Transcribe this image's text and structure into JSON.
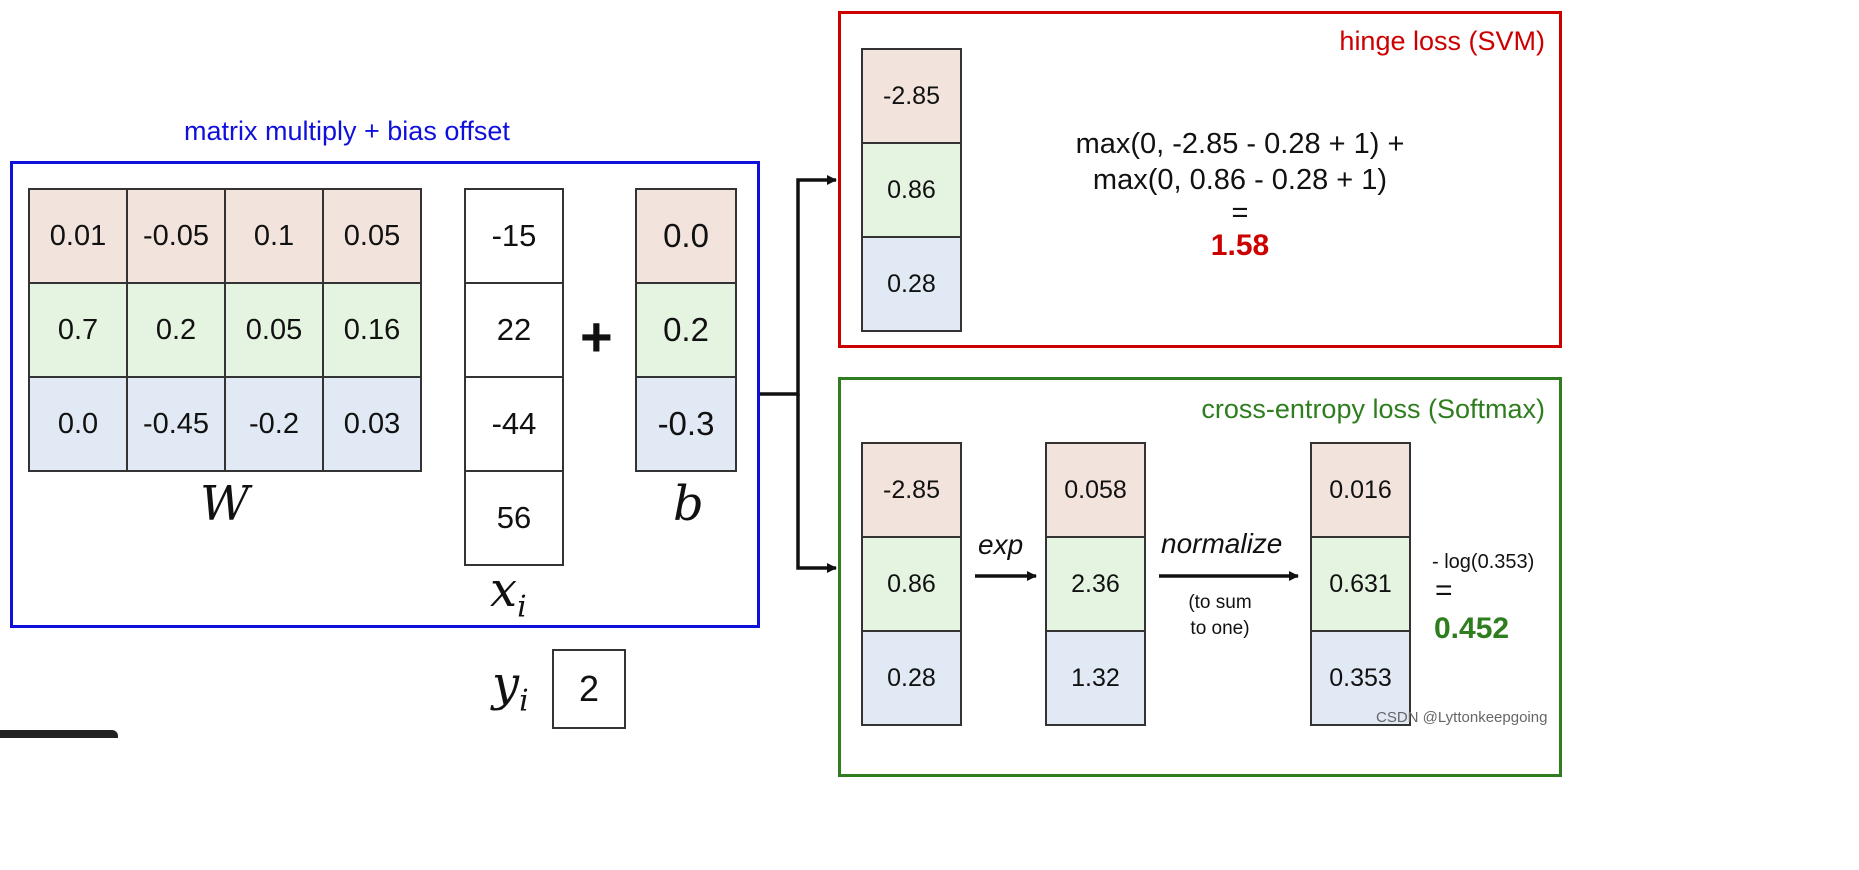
{
  "colors": {
    "linear_frame": "#1010dd",
    "svm_frame": "#cc0000",
    "softmax_frame": "#2e7d1e",
    "row_red": "#f3e3dd",
    "row_green": "#e5f4e0",
    "row_blue": "#e1e9f4"
  },
  "linear": {
    "title": "matrix multiply + bias offset",
    "W": [
      [
        "0.01",
        "-0.05",
        "0.1",
        "0.05"
      ],
      [
        "0.7",
        "0.2",
        "0.05",
        "0.16"
      ],
      [
        "0.0",
        "-0.45",
        "-0.2",
        "0.03"
      ]
    ],
    "W_label": "W",
    "x": [
      "-15",
      "22",
      "-44",
      "56"
    ],
    "x_label": "x",
    "x_sub": "i",
    "plus": "+",
    "b": [
      "0.0",
      "0.2",
      "-0.3"
    ],
    "b_label": "b",
    "y_label": "y",
    "y_sub": "i",
    "y_value": "2"
  },
  "svm": {
    "title": "hinge loss (SVM)",
    "scores": [
      "-2.85",
      "0.86",
      "0.28"
    ],
    "line1": "max(0, -2.85 - 0.28 + 1) +",
    "line2": "max(0, 0.86 - 0.28 + 1)",
    "equals": "=",
    "result": "1.58"
  },
  "softmax": {
    "title": "cross-entropy loss (Softmax)",
    "scores": [
      "-2.85",
      "0.86",
      "0.28"
    ],
    "exp_label": "exp",
    "exp_values": [
      "0.058",
      "2.36",
      "1.32"
    ],
    "normalize_label": "normalize",
    "normalize_note_1": "(to sum",
    "normalize_note_2": "to one)",
    "probs": [
      "0.016",
      "0.631",
      "0.353"
    ],
    "loss_expr": "- log(0.353)",
    "equals": "=",
    "result": "0.452"
  },
  "watermark": "CSDN @Lyttonkeepgoing"
}
